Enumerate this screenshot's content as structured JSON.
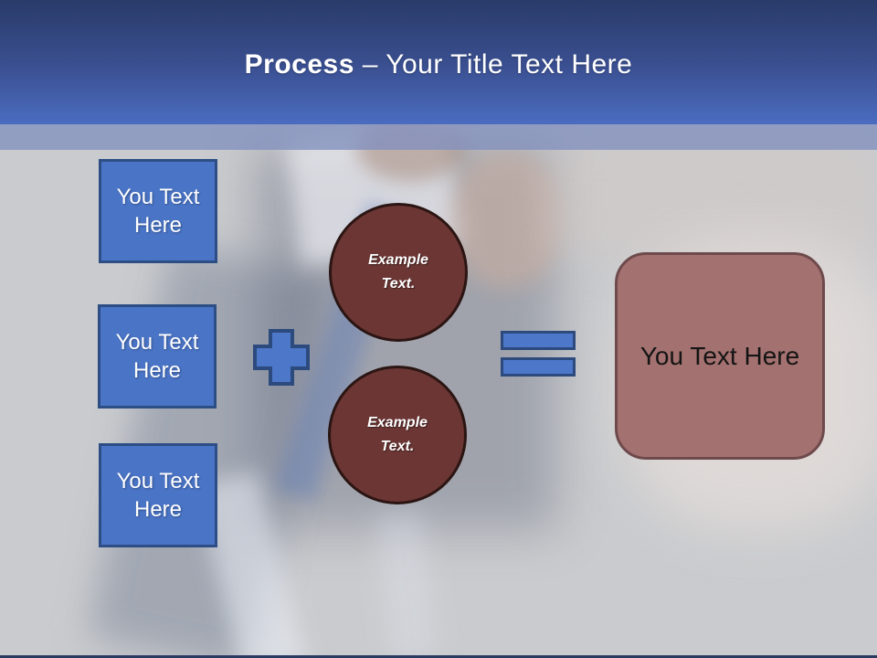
{
  "slide": {
    "title": {
      "emphasis": "Process",
      "rest": "– Your Title Text Here"
    },
    "left_boxes": [
      {
        "label": "You Text Here"
      },
      {
        "label": "You Text Here"
      },
      {
        "label": "You Text Here"
      }
    ],
    "circles": [
      {
        "label": "Example Text."
      },
      {
        "label": "Example Text."
      }
    ],
    "result_box": {
      "label": "You Text Here"
    },
    "colors": {
      "header_top": "#293b69",
      "header_bottom": "#4a6cc0",
      "band": "#8290be",
      "canvas_gray": "#c9cbce",
      "shape_blue": "#4a74c6",
      "shape_blue_border": "#2d4d85",
      "circle_fill": "#6b3634",
      "circle_border": "#2b1513",
      "result_fill": "#a3716f",
      "result_border": "#6e4a4c"
    }
  }
}
